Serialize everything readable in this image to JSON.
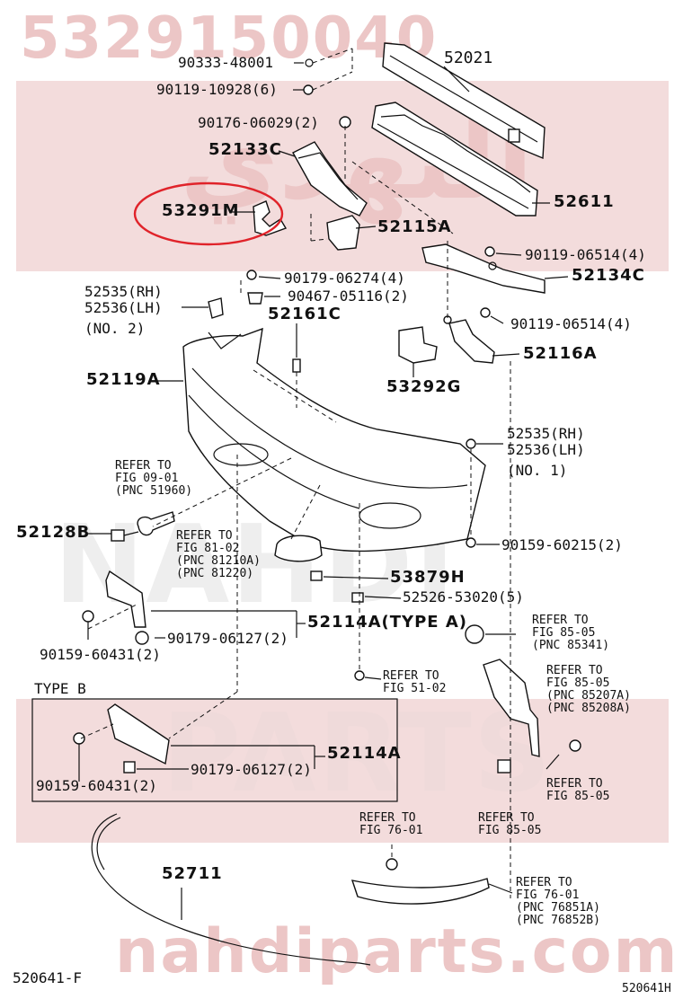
{
  "watermark": {
    "part_number": "5329150040",
    "site": "nahdiparts.com",
    "arabic": "النهدي",
    "brand_1": "NAHDI",
    "brand_2": "PARTS"
  },
  "labels": {
    "p52021": "52021",
    "p90333": "90333-48001",
    "p90119a": "90119-10928(6)",
    "p90176": "90176-06029(2)",
    "p52133": "52133C",
    "p52611": "52611",
    "p53291": "53291M",
    "p52115": "52115A",
    "p90119b": "90119-06514(4)",
    "p52134": "52134C",
    "p90179a": "90179-06274(4)",
    "p52535a": "52535(RH)",
    "p52536a": "52536(LH)",
    "no2": "(NO. 2)",
    "p90467": "90467-05116(2)",
    "p52161": "52161C",
    "p90119c": "90119-06514(4)",
    "p52119": "52119A",
    "p52116": "52116A",
    "p53292": "53292G",
    "p52535b": "52535(RH)",
    "p52536b": "52536(LH)",
    "no1": "(NO. 1)",
    "p52128": "52128B",
    "p90159a": "90159-60215(2)",
    "p53879": "53879H",
    "p52526": "52526-53020(5)",
    "p52114a": "52114A(TYPE A)",
    "p90159b": "90159-60431(2)",
    "p90179b": "90179-06127(2)",
    "type_b": "TYPE B",
    "p52114b": "52114A",
    "p90159c": "90159-60431(2)",
    "p90179c": "90179-06127(2)",
    "p52711": "52711",
    "footer_left": "520641-F",
    "footer_right": "520641H"
  },
  "refs": {
    "r0901": "REFER TO\nFIG 09-01\n(PNC 51960)",
    "r8102": "REFER TO\nFIG 81-02\n(PNC 81210A)\n(PNC 81220)",
    "r8505a": "REFER TO\nFIG 85-05\n(PNC 85341)",
    "r5102": "REFER TO\nFIG 51-02",
    "r8505b": "REFER TO\nFIG 85-05\n(PNC 85207A)\n(PNC 85208A)",
    "r8505c": "REFER TO\nFIG 85-05",
    "r7601a": "REFER TO\nFIG 76-01",
    "r8505d": "REFER TO\nFIG 85-05",
    "r7601b": "REFER TO\nFIG 76-01\n(PNC 76851A)\n(PNC 76852B)"
  }
}
